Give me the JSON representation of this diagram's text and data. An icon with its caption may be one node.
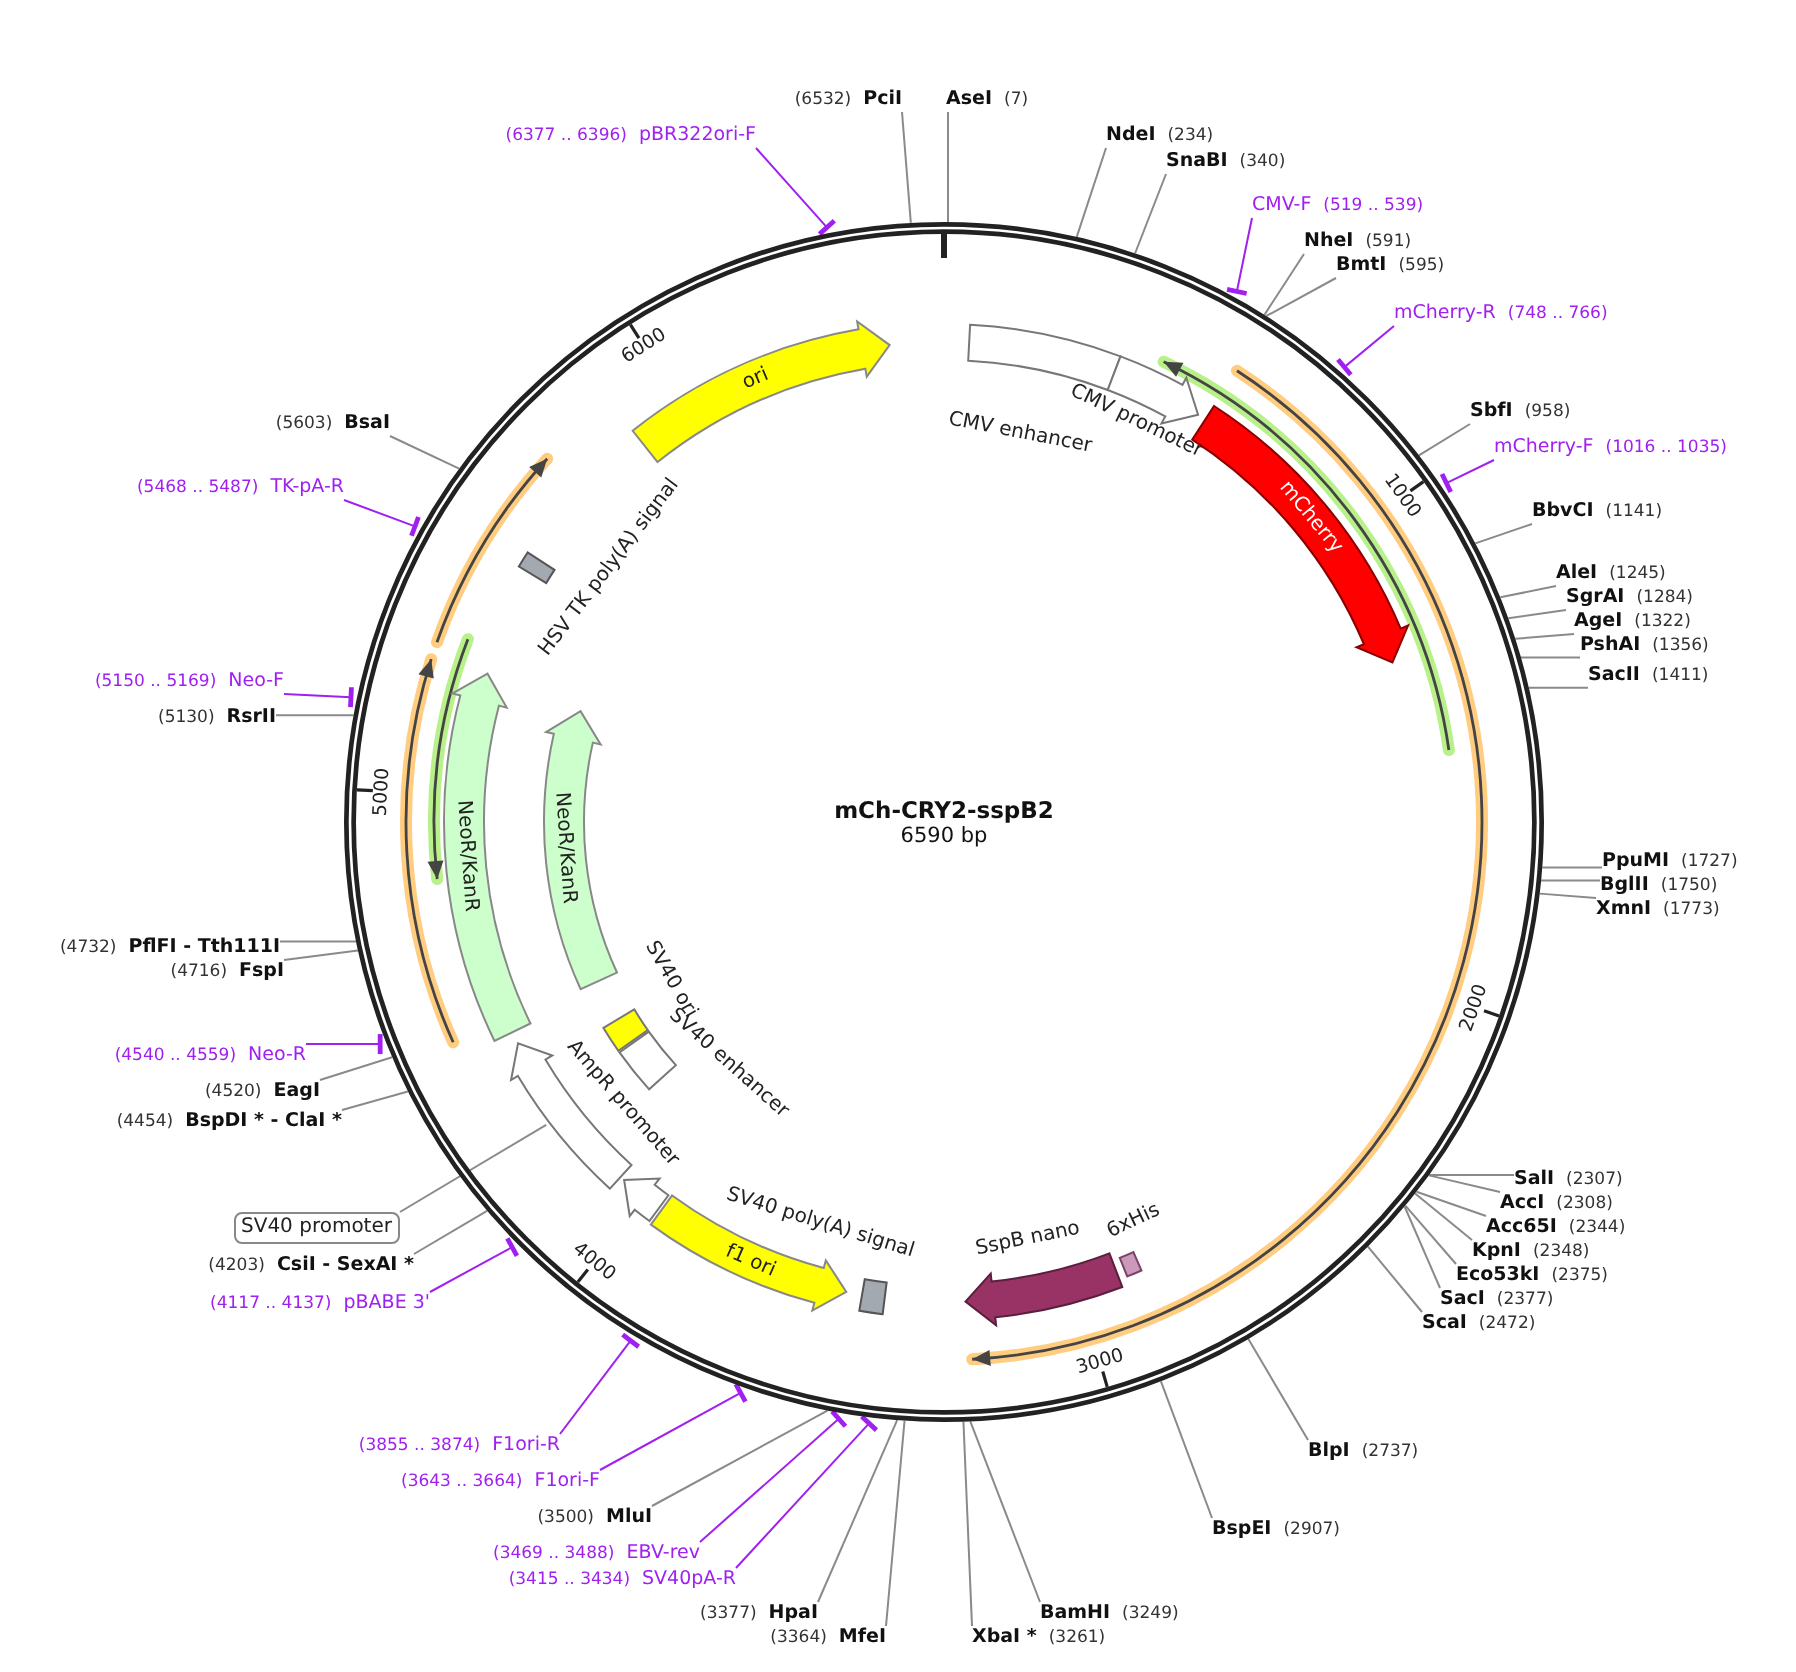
{
  "diagram": {
    "nodes": [
      {
        "text": [
          "mCh-CRY2-sspB2",
          "6590 bp"
        ]
      },
      {
        "text": [
          "CMV enhancer"
        ],
        "in": 0
      },
      {
        "text": [
          "CMV promoter"
        ],
        "in": 0
      },
      {
        "text": [
          "mCherry"
        ],
        "in": 0
      },
      {
        "text": [
          "SspB nano"
        ],
        "in": 0
      },
      {
        "text": [
          "6xHis"
        ],
        "in": 0
      },
      {
        "text": [
          "SV40 poly(A) signal"
        ],
        "in": 0
      },
      {
        "text": [
          "f1 ori"
        ],
        "in": 0
      },
      {
        "text": [
          "AmpR promoter"
        ],
        "in": 0
      },
      {
        "text": [],
        "shape": "arrow",
        "in": 0
      },
      {
        "text": [
          "SV40 enhancer"
        ],
        "in": 0
      },
      {
        "text": [
          "SV40 ori"
        ],
        "in": 0
      },
      {
        "text": [
          "NeoR/KanR"
        ],
        "in": 0
      },
      {
        "text": [
          "NeoR/KanR"
        ],
        "in": 0
      },
      {
        "text": [
          "HSV TK poly(A) signal"
        ],
        "in": 0
      },
      {
        "text": [
          "ori"
        ],
        "in": 0
      },
      {
        "text": [
          "SV40 promoter"
        ]
      },
      {
        "text": [
          "(6532)",
          "PciI"
        ]
      },
      {
        "text": [
          "AseI",
          "(7)"
        ]
      },
      {
        "text": [
          "NdeI",
          "(234)"
        ]
      },
      {
        "text": [
          "SnaBI",
          "(340)"
        ]
      },
      {
        "text": [
          "CMV-F",
          "(519 .. 539)"
        ]
      },
      {
        "text": [
          "NheI",
          "(591)"
        ]
      },
      {
        "text": [
          "BmtI",
          "(595)"
        ]
      },
      {
        "text": [
          "mCherry-R",
          "(748 .. 766)"
        ]
      },
      {
        "text": [
          "SbfI",
          "(958)"
        ]
      },
      {
        "text": [
          "mCherry-F",
          "(1016 .. 1035)"
        ]
      },
      {
        "text": [
          "BbvCI",
          "(1141)"
        ]
      },
      {
        "text": [
          "AleI",
          "(1245)"
        ]
      },
      {
        "text": [
          "SgrAI",
          "(1284)"
        ]
      },
      {
        "text": [
          "AgeI",
          "(1322)"
        ]
      },
      {
        "text": [
          "PshAI",
          "(1356)"
        ]
      },
      {
        "text": [
          "SacII",
          "(1411)"
        ]
      },
      {
        "text": [
          "PpuMI",
          "(1727)"
        ]
      },
      {
        "text": [
          "BglII",
          "(1750)"
        ]
      },
      {
        "text": [
          "XmnI",
          "(1773)"
        ]
      },
      {
        "text": [
          "SalI",
          "(2307)"
        ]
      },
      {
        "text": [
          "AccI",
          "(2308)"
        ]
      },
      {
        "text": [
          "Acc65I",
          "(2344)"
        ]
      },
      {
        "text": [
          "KpnI",
          "(2348)"
        ]
      },
      {
        "text": [
          "Eco53kI",
          "(2375)"
        ]
      },
      {
        "text": [
          "SacI",
          "(2377)"
        ]
      },
      {
        "text": [
          "ScaI",
          "(2472)"
        ]
      },
      {
        "text": [
          "BlpI",
          "(2737)"
        ]
      },
      {
        "text": [
          "BspEI",
          "(2907)"
        ]
      },
      {
        "text": [
          "BamHI",
          "(3249)"
        ]
      },
      {
        "text": [
          "XbaI *",
          "(3261)"
        ]
      },
      {
        "text": [
          "(3377)",
          "HpaI"
        ]
      },
      {
        "text": [
          "(3364)",
          "MfeI"
        ]
      },
      {
        "text": [
          "(3415 .. 3434)",
          "SV40pA-R"
        ]
      },
      {
        "text": [
          "(3469 .. 3488)",
          "EBV-rev"
        ]
      },
      {
        "text": [
          "(3500)",
          "MluI"
        ]
      },
      {
        "text": [
          "(3643 .. 3664)",
          "F1ori-F"
        ]
      },
      {
        "text": [
          "(3855 .. 3874)",
          "F1ori-R"
        ]
      },
      {
        "text": [
          "(4117 .. 4137)",
          "pBABE 3'"
        ]
      },
      {
        "text": [
          "(4203)",
          "CsiI - SexAI *"
        ]
      },
      {
        "text": [
          "(4454)",
          "BspDI * - ClaI *"
        ]
      },
      {
        "text": [
          "(4520)",
          "EagI"
        ]
      },
      {
        "text": [
          "(4540 .. 4559)",
          "Neo-R"
        ]
      },
      {
        "text": [
          "(4732)",
          "PflFI - Tth111I"
        ]
      },
      {
        "text": [
          "(4716)",
          "FspI"
        ]
      },
      {
        "text": [
          "(5130)",
          "RsrII"
        ]
      },
      {
        "text": [
          "(5150 .. 5169)",
          "Neo-F"
        ]
      },
      {
        "text": [
          "(5468 .. 5487)",
          "TK-pA-R"
        ]
      },
      {
        "text": [
          "(5603)",
          "BsaI"
        ]
      },
      {
        "text": [
          "(6377 .. 6396)",
          "pBR322ori-F"
        ]
      }
    ],
    "edges": [
      {
        "from": 16,
        "to": 9,
        "arrow": "none"
      },
      {
        "from": 17,
        "to": 0,
        "arrow": "none"
      },
      {
        "from": 18,
        "to": 0,
        "arrow": "none"
      },
      {
        "from": 19,
        "to": 0,
        "arrow": "none"
      },
      {
        "from": 20,
        "to": 0,
        "arrow": "none"
      },
      {
        "from": 21,
        "to": 0,
        "arrow": "other",
        "color": "#a020f0"
      },
      {
        "from": 22,
        "to": 0,
        "arrow": "none"
      },
      {
        "from": 23,
        "to": 0,
        "arrow": "none"
      },
      {
        "from": 24,
        "to": 0,
        "arrow": "other",
        "color": "#a020f0"
      },
      {
        "from": 25,
        "to": 0,
        "arrow": "none"
      },
      {
        "from": 26,
        "to": 0,
        "arrow": "other",
        "color": "#a020f0"
      },
      {
        "from": 27,
        "to": 0,
        "arrow": "none"
      },
      {
        "from": 28,
        "to": 0,
        "arrow": "none"
      },
      {
        "from": 29,
        "to": 0,
        "arrow": "none"
      },
      {
        "from": 30,
        "to": 0,
        "arrow": "none"
      },
      {
        "from": 31,
        "to": 0,
        "arrow": "none"
      },
      {
        "from": 32,
        "to": 0,
        "arrow": "none"
      },
      {
        "from": 33,
        "to": 0,
        "arrow": "none"
      },
      {
        "from": 34,
        "to": 0,
        "arrow": "none"
      },
      {
        "from": 35,
        "to": 0,
        "arrow": "none"
      },
      {
        "from": 36,
        "to": 0,
        "arrow": "none"
      },
      {
        "from": 37,
        "to": 0,
        "arrow": "none"
      },
      {
        "from": 38,
        "to": 0,
        "arrow": "none"
      },
      {
        "from": 39,
        "to": 0,
        "arrow": "none"
      },
      {
        "from": 40,
        "to": 0,
        "arrow": "none"
      },
      {
        "from": 41,
        "to": 0,
        "arrow": "none"
      },
      {
        "from": 42,
        "to": 0,
        "arrow": "none"
      },
      {
        "from": 43,
        "to": 0,
        "arrow": "none"
      },
      {
        "from": 44,
        "to": 0,
        "arrow": "none"
      },
      {
        "from": 45,
        "to": 0,
        "arrow": "none"
      },
      {
        "from": 46,
        "to": 0,
        "arrow": "none"
      },
      {
        "from": 47,
        "to": 0,
        "arrow": "none"
      },
      {
        "from": 48,
        "to": 0,
        "arrow": "none"
      },
      {
        "from": 49,
        "to": 0,
        "arrow": "other",
        "color": "#a020f0"
      },
      {
        "from": 50,
        "to": 0,
        "arrow": "other",
        "color": "#a020f0"
      },
      {
        "from": 51,
        "to": 0,
        "arrow": "none"
      },
      {
        "from": 52,
        "to": 0,
        "arrow": "other",
        "color": "#a020f0"
      },
      {
        "from": 53,
        "to": 0,
        "arrow": "other",
        "color": "#a020f0"
      },
      {
        "from": 54,
        "to": 0,
        "arrow": "other",
        "color": "#a020f0"
      },
      {
        "from": 55,
        "to": 0,
        "arrow": "none"
      },
      {
        "from": 56,
        "to": 0,
        "arrow": "none"
      },
      {
        "from": 57,
        "to": 0,
        "arrow": "none"
      },
      {
        "from": 58,
        "to": 0,
        "arrow": "other",
        "color": "#a020f0"
      },
      {
        "from": 59,
        "to": 0,
        "arrow": "none"
      },
      {
        "from": 60,
        "to": 0,
        "arrow": "none"
      },
      {
        "from": 61,
        "to": 0,
        "arrow": "none"
      },
      {
        "from": 62,
        "to": 0,
        "arrow": "other",
        "color": "#a020f0"
      },
      {
        "from": 63,
        "to": 0,
        "arrow": "other",
        "color": "#a020f0"
      },
      {
        "from": 64,
        "to": 0,
        "arrow": "none"
      },
      {
        "from": 65,
        "to": 0,
        "arrow": "other",
        "color": "#a020f0"
      }
    ],
    "labels": [
      "1000",
      "2000",
      "3000",
      "4000",
      "5000",
      "6000"
    ]
  }
}
